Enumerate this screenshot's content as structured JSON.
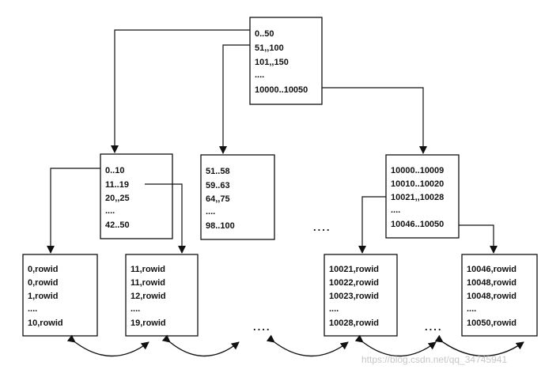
{
  "root": {
    "entries": [
      "0..50",
      "51,,100",
      "101,,150",
      "....",
      "10000..10050"
    ]
  },
  "branches": [
    {
      "entries": [
        "0..10",
        "11..19",
        "20,,25",
        "....",
        "42..50"
      ]
    },
    {
      "entries": [
        "51..58",
        "59..63",
        "64,,75",
        "....",
        "98..100"
      ]
    },
    {
      "entries": [
        "10000..10009",
        "10010..10020",
        "10021,,10028",
        "....",
        "10046..10050"
      ]
    }
  ],
  "branch_gap": "....",
  "leaves": [
    {
      "entries": [
        "0,rowid",
        "0,rowid",
        "1,rowid",
        "....",
        "10,rowid"
      ]
    },
    {
      "entries": [
        "11,rowid",
        "11,rowid",
        "12,rowid",
        "....",
        "19,rowid"
      ]
    },
    {
      "entries": [
        "10021,rowid",
        "10022,rowid",
        "10023,rowid",
        "....",
        "10028,rowid"
      ]
    },
    {
      "entries": [
        "10046,rowid",
        "10048,rowid",
        "10048,rowid",
        "....",
        "10050,rowid"
      ]
    }
  ],
  "leaf_gaps": [
    "....",
    "...."
  ],
  "watermark": "https://blog.csdn.net/qq_34745941"
}
